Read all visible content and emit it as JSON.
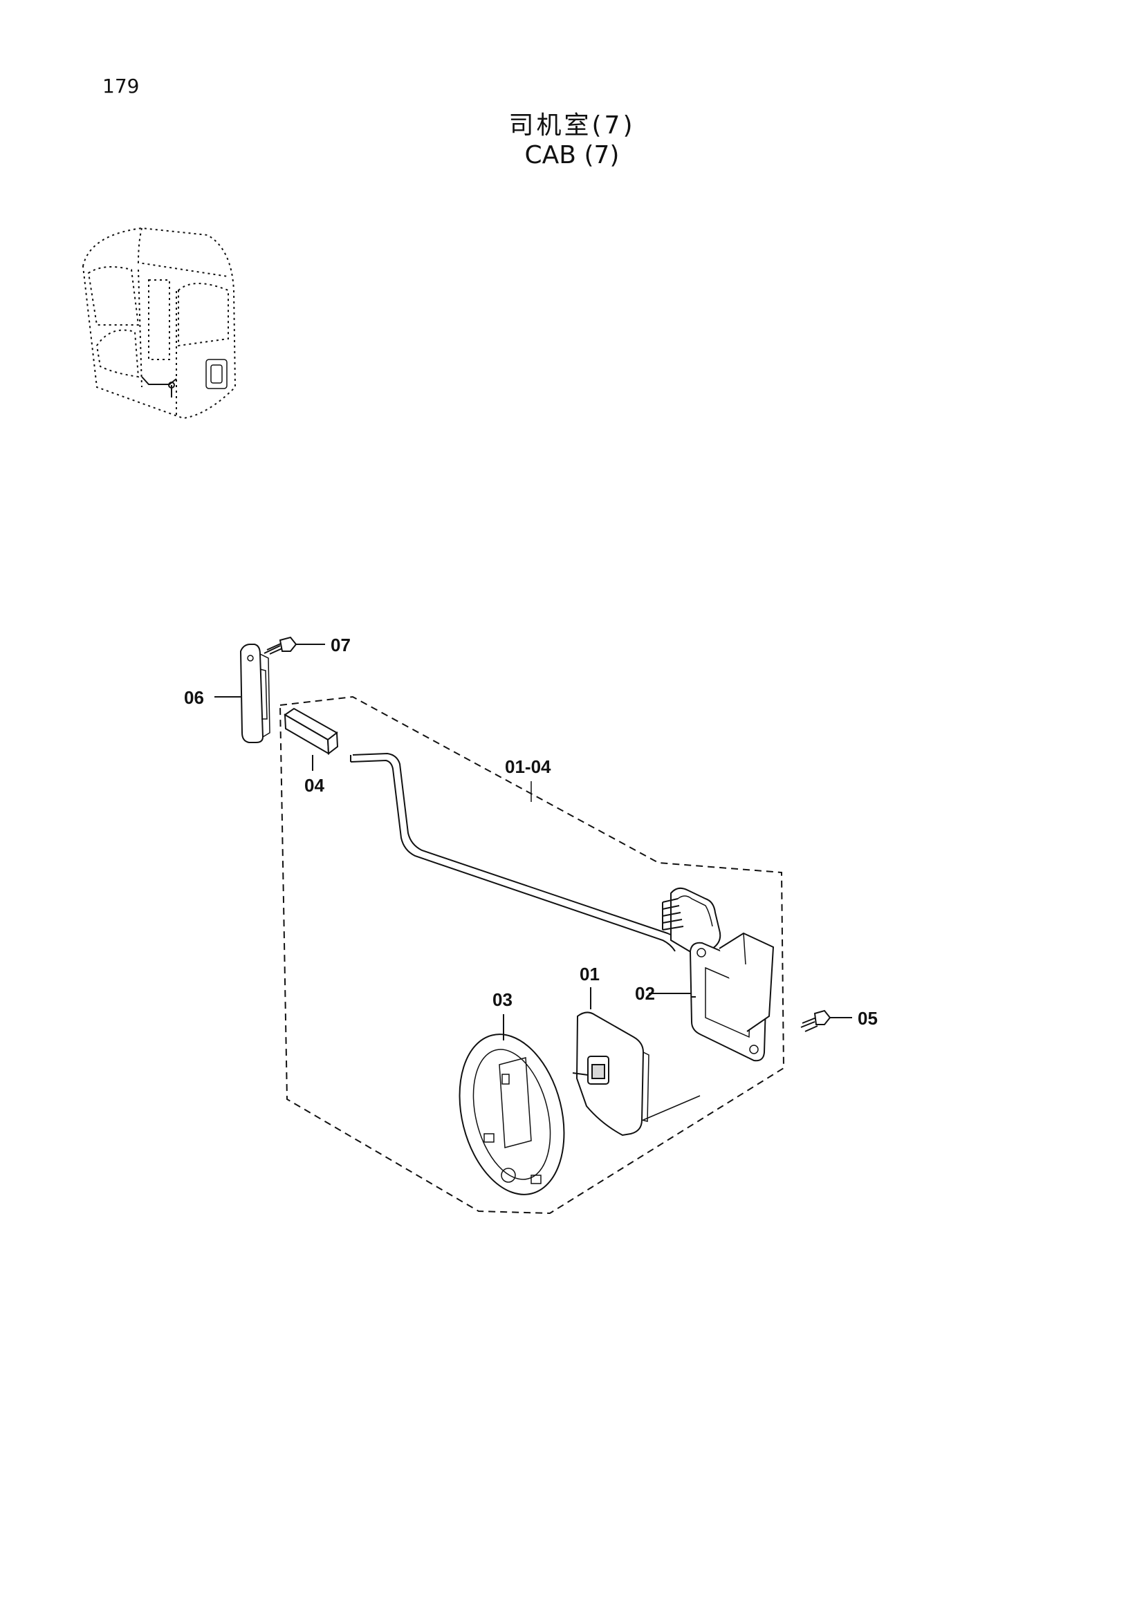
{
  "page": {
    "number": "179",
    "title_zh": "司机室(7)",
    "title_en": "CAB (7)"
  },
  "callouts": {
    "c07": "07",
    "c06": "06",
    "c04": "04",
    "c0104": "01-04",
    "c01": "01",
    "c02": "02",
    "c03": "03",
    "c05": "05"
  }
}
